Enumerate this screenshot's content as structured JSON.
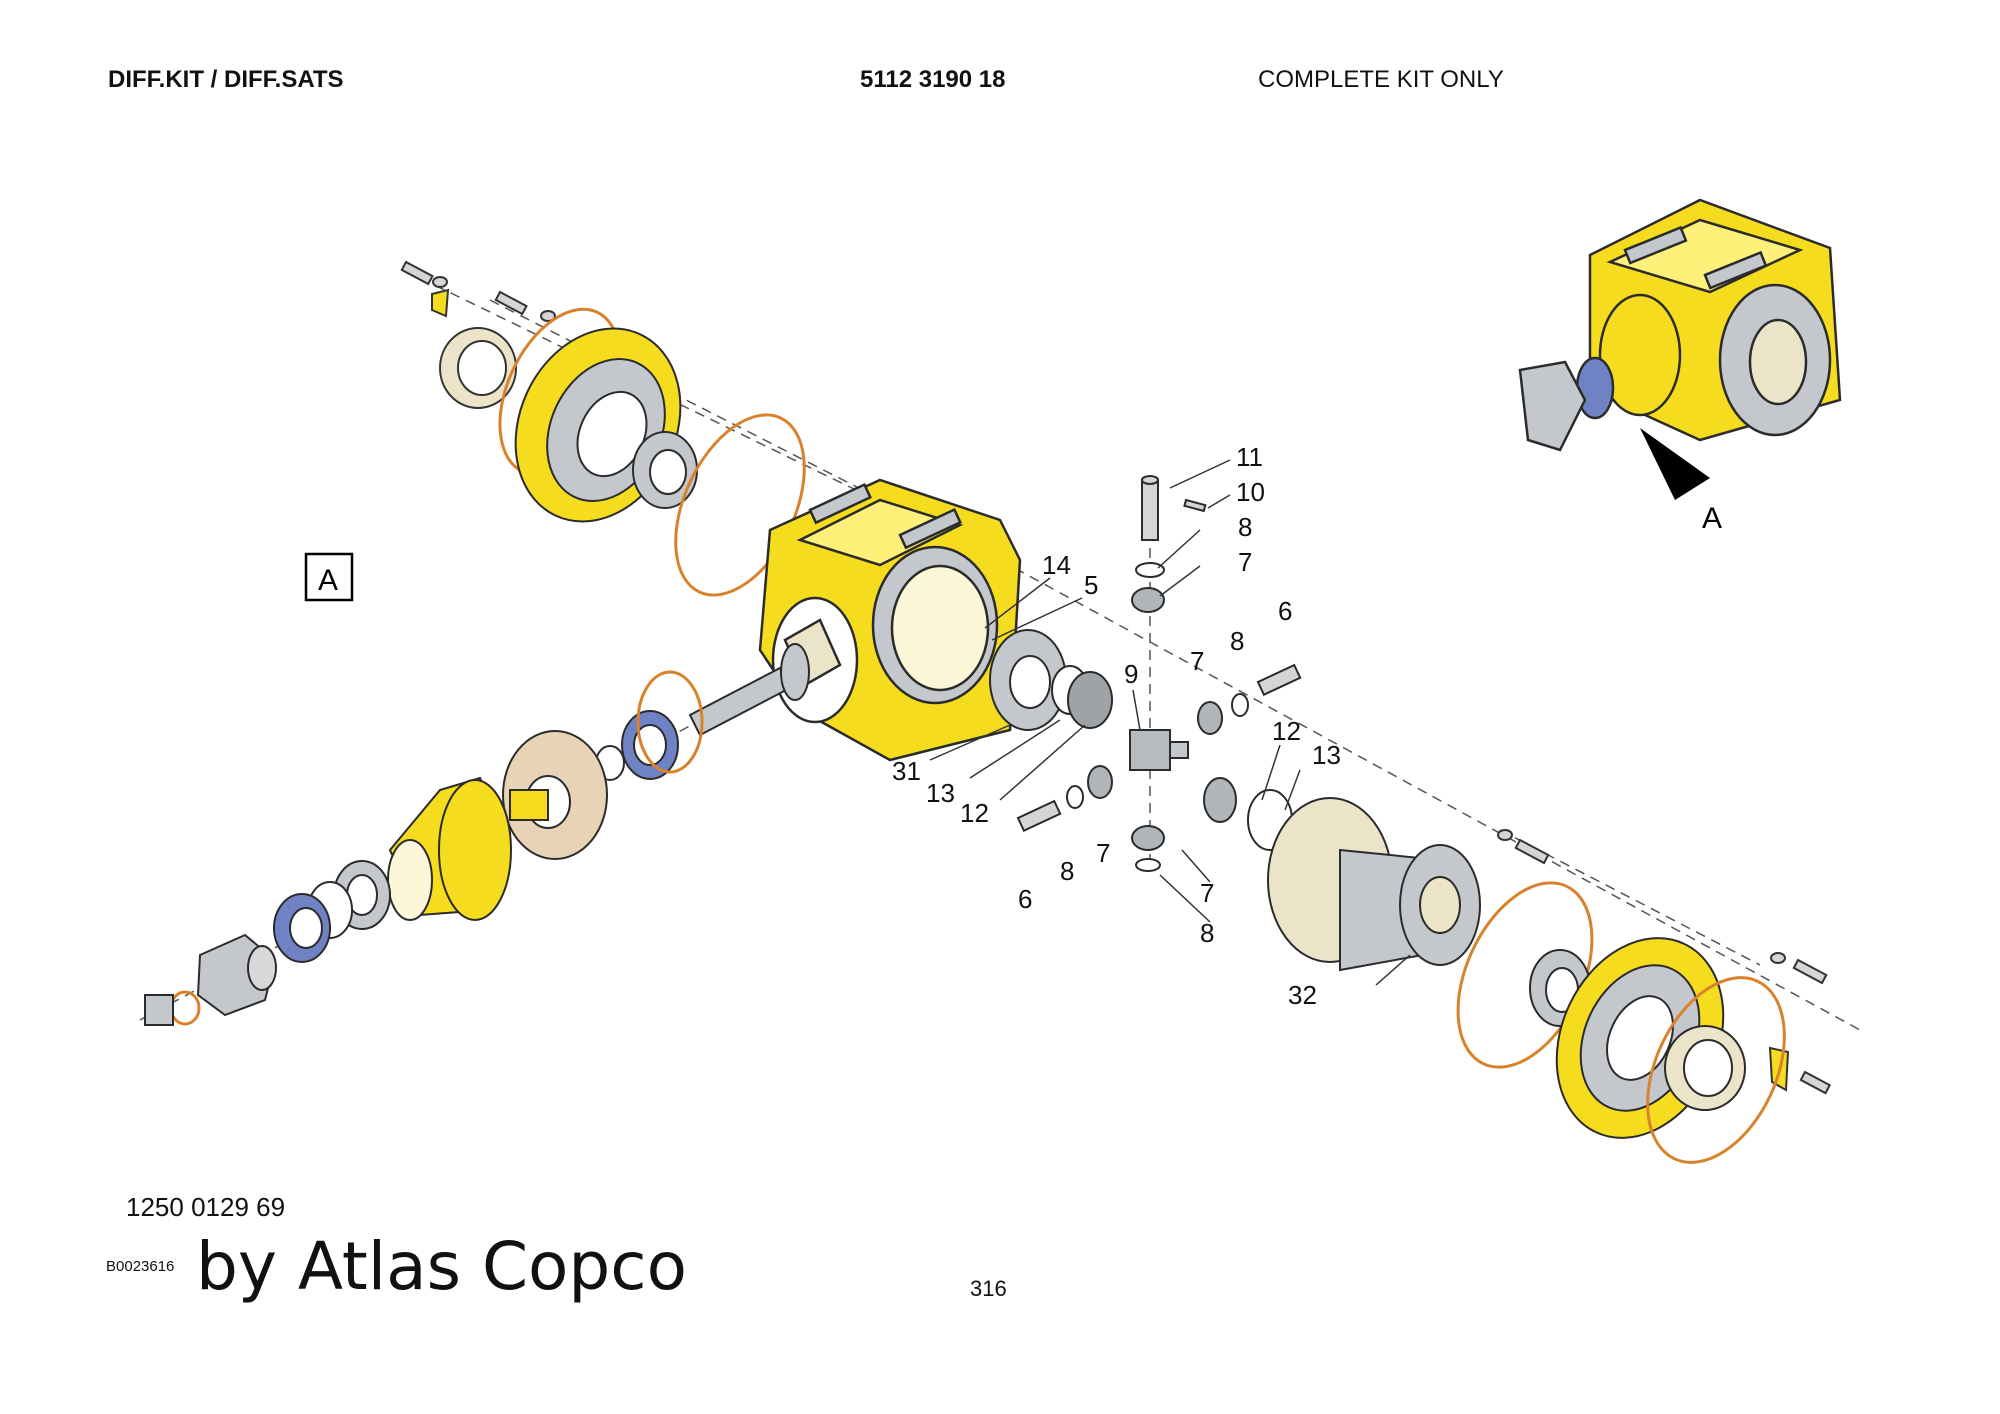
{
  "header": {
    "title": "DIFF.KIT / DIFF.SATS",
    "part_number": "5112 3190 18",
    "note": "COMPLETE KIT ONLY"
  },
  "view_labels": {
    "boxed": "A",
    "arrow": "A"
  },
  "callouts": [
    "11",
    "10",
    "8",
    "7",
    "14",
    "5",
    "6",
    "8",
    "9",
    "7",
    "12",
    "13",
    "31",
    "13",
    "12",
    "7",
    "8",
    "6",
    "7",
    "8",
    "32"
  ],
  "footer": {
    "reference_number": "1250 0129 69",
    "drawing_id": "B0023616",
    "watermark": "by Atlas Copco",
    "page_number": "316"
  },
  "colors": {
    "housing_yellow": "#f5dc1e",
    "housing_outline": "#2b2b2b",
    "o_ring_orange": "#d9822b",
    "steel_grey": "#c4c8cc",
    "seal_blue": "#6f83c4",
    "flange_tan": "#e9d3b6",
    "bearing_cream": "#ece4c8"
  }
}
